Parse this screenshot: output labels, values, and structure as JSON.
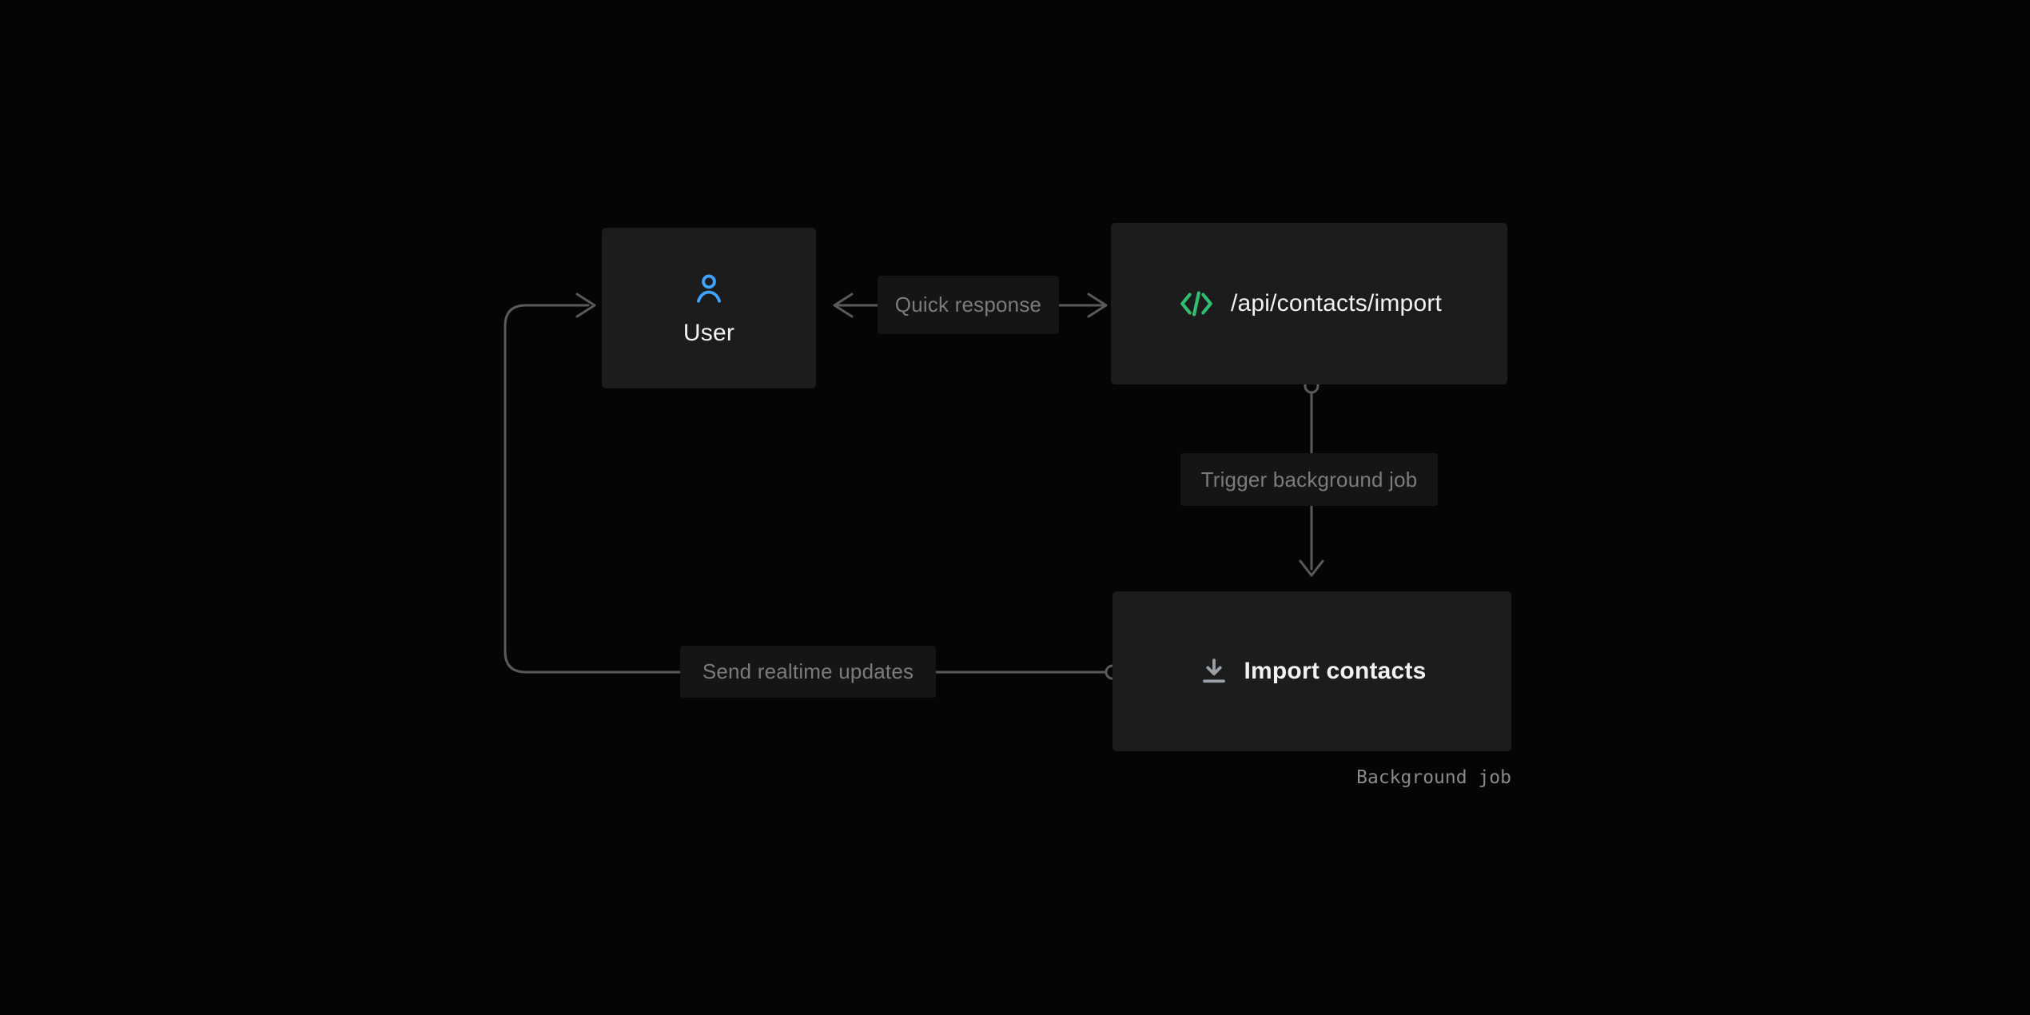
{
  "diagram": {
    "nodes": {
      "user": {
        "label": "User",
        "icon": "user-icon"
      },
      "api": {
        "label": "/api/contacts/import",
        "icon": "code-icon"
      },
      "import_contacts": {
        "label": "Import contacts",
        "icon": "download-icon",
        "caption": "Background job"
      }
    },
    "edges": {
      "quick_response": {
        "label": "Quick response",
        "from": "api",
        "to": "user",
        "style": "bidirectional-arrow"
      },
      "trigger_job": {
        "label": "Trigger background job",
        "from": "api",
        "to": "import_contacts",
        "style": "arrow-down"
      },
      "realtime_updates": {
        "label": "Send realtime updates",
        "from": "import_contacts",
        "to": "user",
        "style": "arrow-right"
      }
    },
    "colors": {
      "background": "#050505",
      "node_background": "#1c1c1c",
      "wire": "#5a5a5a",
      "edge_label_text": "#7b7b7b",
      "edge_label_background": "#151515",
      "user_icon": "#3fa4ff",
      "code_icon": "#2fbf71",
      "download_icon": "#9aa0a6",
      "node_text": "#f2f2f2",
      "caption_text": "#8a8a8a"
    }
  }
}
